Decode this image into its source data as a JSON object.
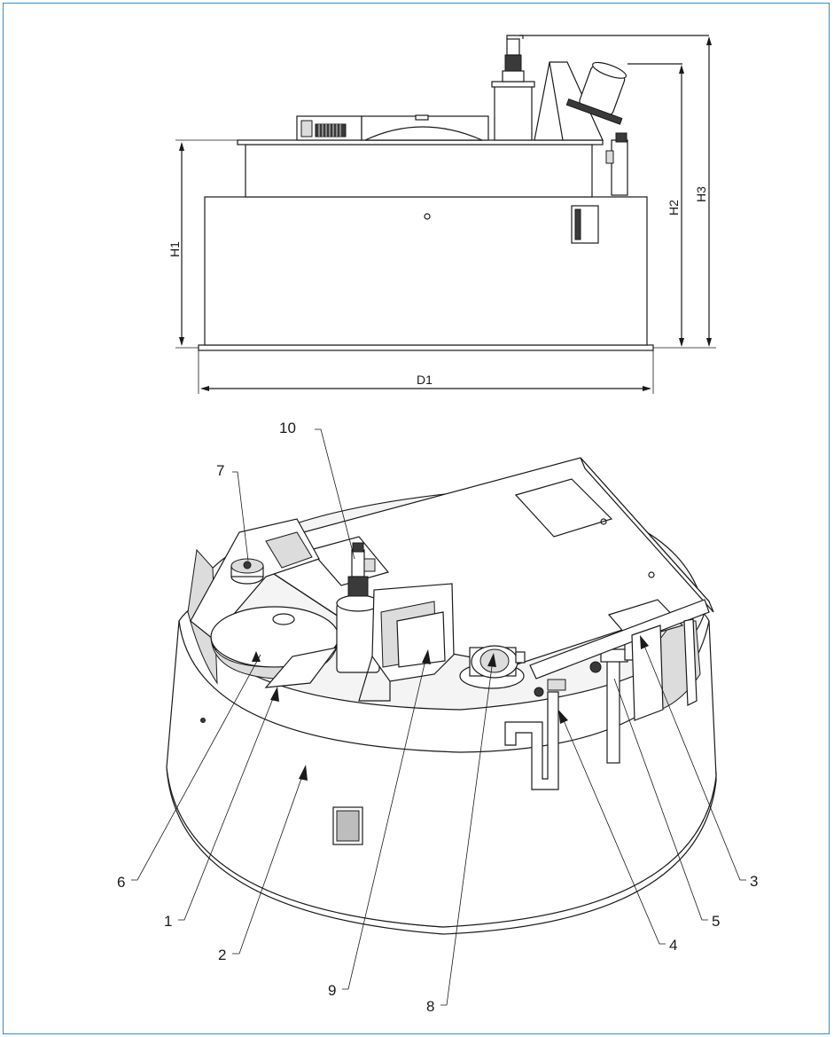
{
  "dimensions": {
    "h1": "H1",
    "h2": "H2",
    "h3": "H3",
    "d1": "D1"
  },
  "callouts": [
    "10",
    "7",
    "6",
    "1",
    "2",
    "9",
    "8",
    "4",
    "5",
    "3"
  ],
  "colors": {
    "frame": "#2f8fc8",
    "line": "#1a1a1a"
  }
}
